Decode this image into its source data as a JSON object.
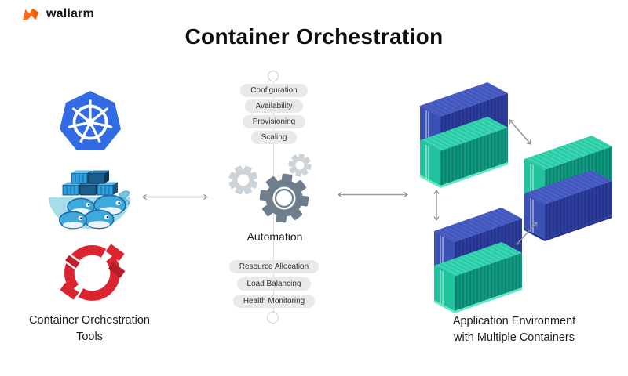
{
  "brand": {
    "name": "wallarm"
  },
  "title": "Container Orchestration",
  "left_section": {
    "tools": [
      "Kubernetes",
      "Docker Swarm",
      "OpenShift"
    ],
    "label_line1": "Container Orchestration",
    "label_line2": "Tools"
  },
  "center_section": {
    "top_pills": [
      "Configuration",
      "Availability",
      "Provisioning",
      "Scaling"
    ],
    "automation_label": "Automation",
    "bottom_pills": [
      "Resource Allocation",
      "Load Balancing",
      "Health Monitoring"
    ]
  },
  "right_section": {
    "label_line1": "Application Environment",
    "label_line2": "with Multiple Containers"
  },
  "icons": {
    "brand": "wallarm-flag-icon",
    "left": [
      "kubernetes-icon",
      "docker-swarm-icon",
      "openshift-icon"
    ],
    "center": "automation-gears-icon",
    "connectors": [
      "sync-arrow-left",
      "sync-arrow-right",
      "scaling-arrows"
    ]
  },
  "colors": {
    "brand_orange": "#ff6a13",
    "kubernetes_blue": "#326ce5",
    "docker_blue": "#3fa9dc",
    "openshift_red": "#da2430",
    "container_blue": "#3b50b5",
    "container_teal": "#21c39e",
    "gear_dark": "#6e7e8c",
    "gear_light": "#cdd3d7",
    "pill_bg": "#e9e9e9",
    "arrow_gray": "#8d9298"
  }
}
